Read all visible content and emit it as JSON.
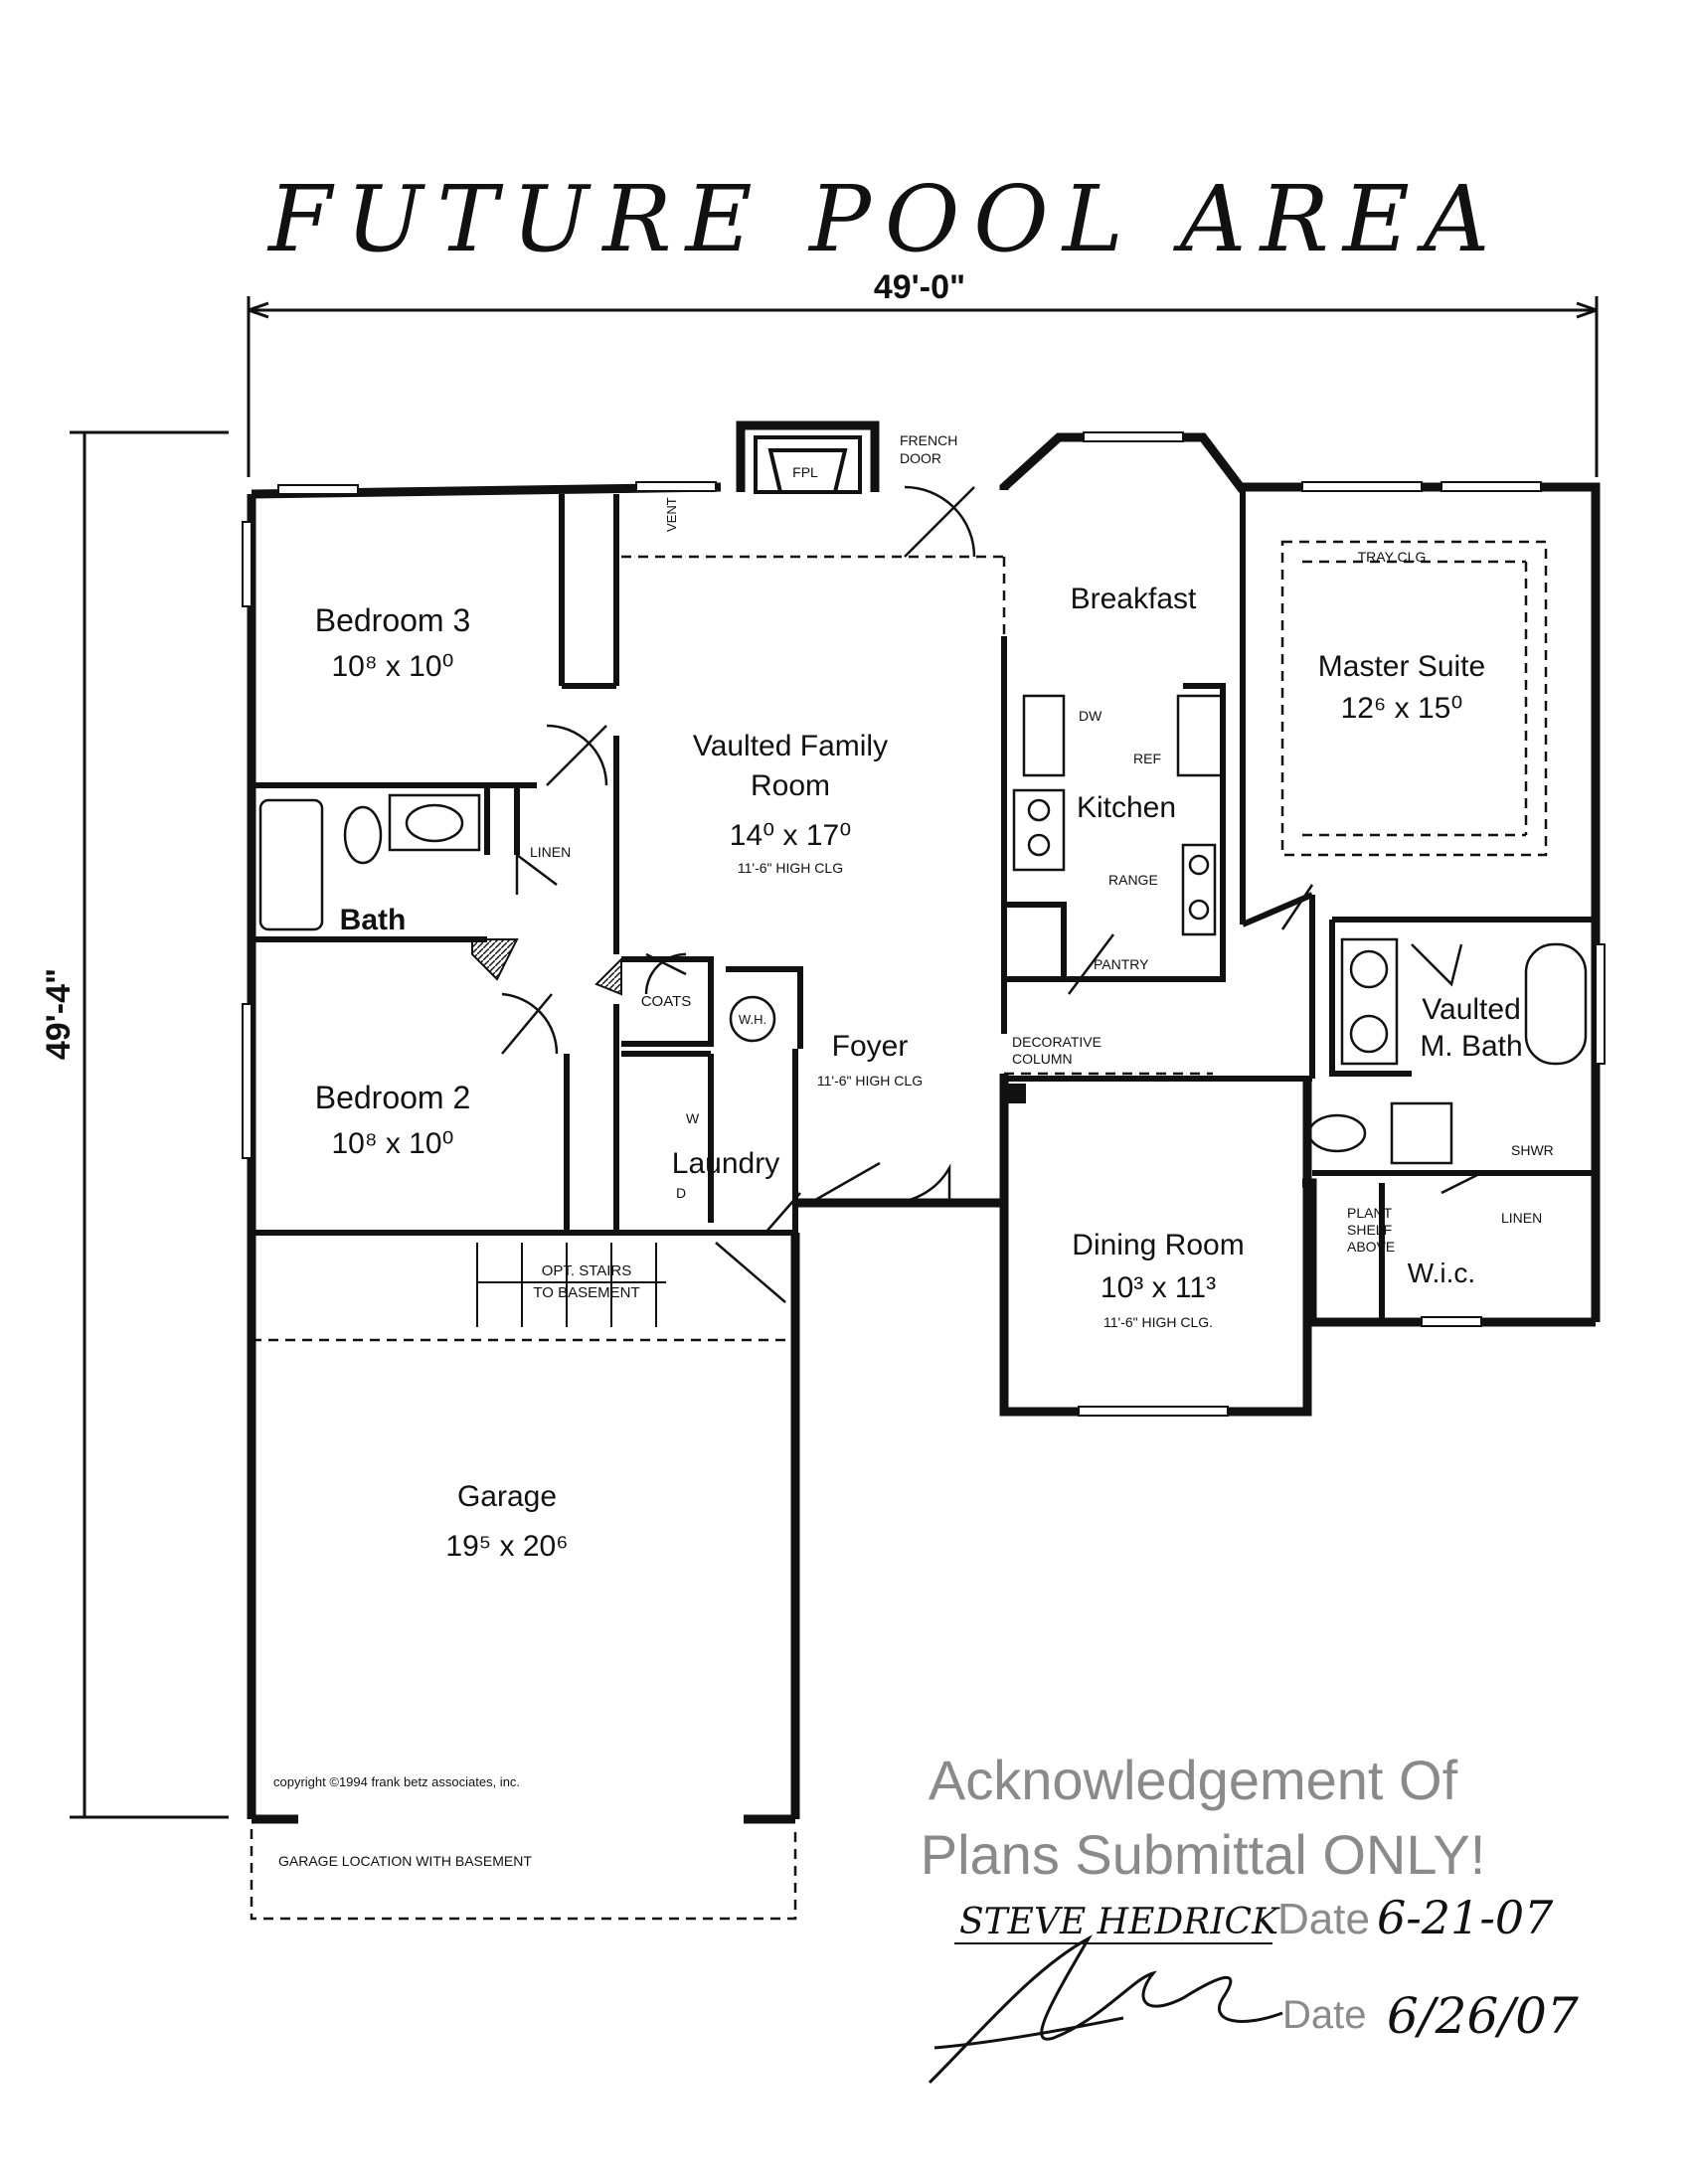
{
  "header": {
    "handwritten_title": "FUTURE POOL AREA",
    "width_dimension": "49'-0\"",
    "depth_dimension": "49'-4\""
  },
  "rooms": {
    "bedroom3": {
      "name": "Bedroom 3",
      "size": "10⁸ x 10⁰"
    },
    "bath": {
      "name": "Bath"
    },
    "linen": "LINEN",
    "bedroom2": {
      "name": "Bedroom 2",
      "size": "10⁸ x 10⁰"
    },
    "family": {
      "name_line1": "Vaulted Family",
      "name_line2": "Room",
      "size": "14⁰ x 17⁰",
      "ceiling": "11'-6\" HIGH CLG"
    },
    "breakfast": {
      "name": "Breakfast"
    },
    "kitchen": {
      "name": "Kitchen",
      "dw": "DW",
      "ref": "REF",
      "range": "RANGE",
      "pantry": "PANTRY"
    },
    "master": {
      "name": "Master Suite",
      "size": "12⁶ x 15⁰",
      "tray": "TRAY CLG"
    },
    "mbath": {
      "name_line1": "Vaulted",
      "name_line2": "M. Bath",
      "shower": "SHWR",
      "linen": "LINEN"
    },
    "wic": {
      "name": "W.i.c.",
      "plant1": "PLANT",
      "plant2": "SHELF",
      "plant3": "ABOVE"
    },
    "foyer": {
      "name": "Foyer",
      "ceiling": "11'-6\" HIGH CLG"
    },
    "dining": {
      "name": "Dining Room",
      "size": "10³ x 11³",
      "ceiling": "11'-6\" HIGH CLG."
    },
    "laundry": {
      "name": "Laundry",
      "w": "W",
      "d": "D"
    },
    "coats": "COATS",
    "wh": "W.H.",
    "garage": {
      "name": "Garage",
      "size": "19⁵ x 20⁶"
    },
    "fireplace": "FPL",
    "french_door": {
      "line1": "FRENCH",
      "line2": "DOOR"
    },
    "vent": "VENT",
    "decorative_column": {
      "line1": "DECORATIVE",
      "line2": "COLUMN"
    },
    "opt_stairs": {
      "line1": "OPT. STAIRS",
      "line2": "TO BASEMENT"
    }
  },
  "footer": {
    "copyright": "copyright ©1994 frank betz associates, inc.",
    "garage_location": "GARAGE LOCATION WITH BASEMENT"
  },
  "stamp": {
    "line1": "Acknowledgement Of",
    "line2": "Plans Submittal ONLY!",
    "signer1": "STEVE HEDRICK",
    "date_label": "Date",
    "date1": "6-21-07",
    "date2": "6/26/07"
  }
}
